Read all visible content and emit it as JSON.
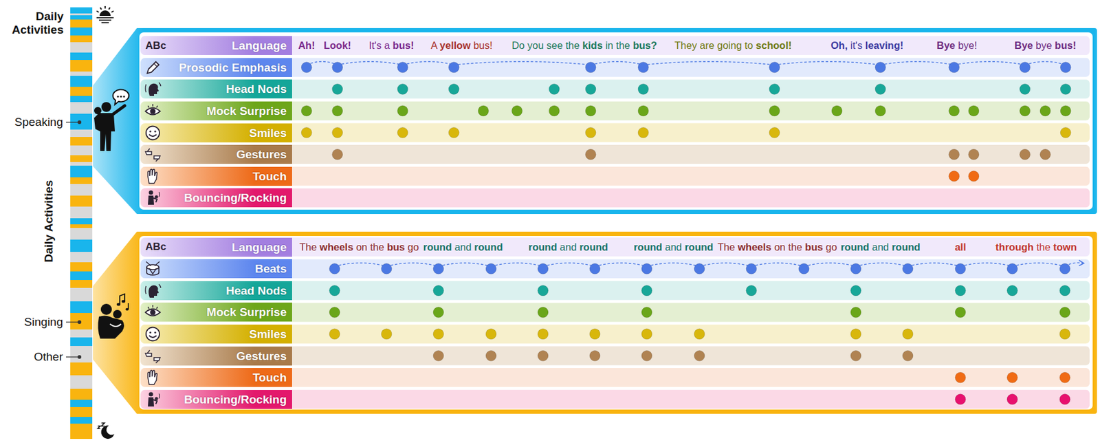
{
  "diagram": {
    "nodes": [
      {
        "text": [
          "Language"
        ]
      },
      {
        "text": [
          "Prosodic Emphasis"
        ]
      },
      {
        "text": [
          "Head Nods"
        ]
      },
      {
        "text": [
          "Mock Surprise"
        ]
      },
      {
        "text": [
          "Smiles"
        ]
      },
      {
        "text": [
          "Gestures"
        ]
      },
      {
        "text": [
          "Touch"
        ]
      },
      {
        "text": [
          "Bouncing/Rocking"
        ]
      },
      {
        "text": [
          "Language"
        ]
      },
      {
        "text": [
          "Beats"
        ]
      },
      {
        "text": [
          "Head Nods"
        ]
      },
      {
        "text": [
          "Mock Surprise"
        ]
      },
      {
        "text": [
          "Smiles"
        ]
      },
      {
        "text": [
          "Gestures"
        ]
      },
      {
        "text": [
          "Touch"
        ]
      },
      {
        "text": [
          "Bouncing/Rocking"
        ]
      }
    ],
    "labels": [
      "Daily Activities",
      "Daily Activities",
      "Speaking",
      "Singing",
      "Other",
      "ABc",
      "Ah!",
      "Look!",
      "It's a bus!",
      "A yellow bus!",
      "Do you see the kids in the bus?",
      "They are going to school!",
      "Oh, it's leaving!",
      "Bye bye!",
      "Bye bye bus!",
      "ABc",
      "The wheels on the bus go",
      "round and round",
      "round and round",
      "round and round",
      "The wheels on the bus go",
      "round and round",
      "all",
      "through the town"
    ]
  }
}
